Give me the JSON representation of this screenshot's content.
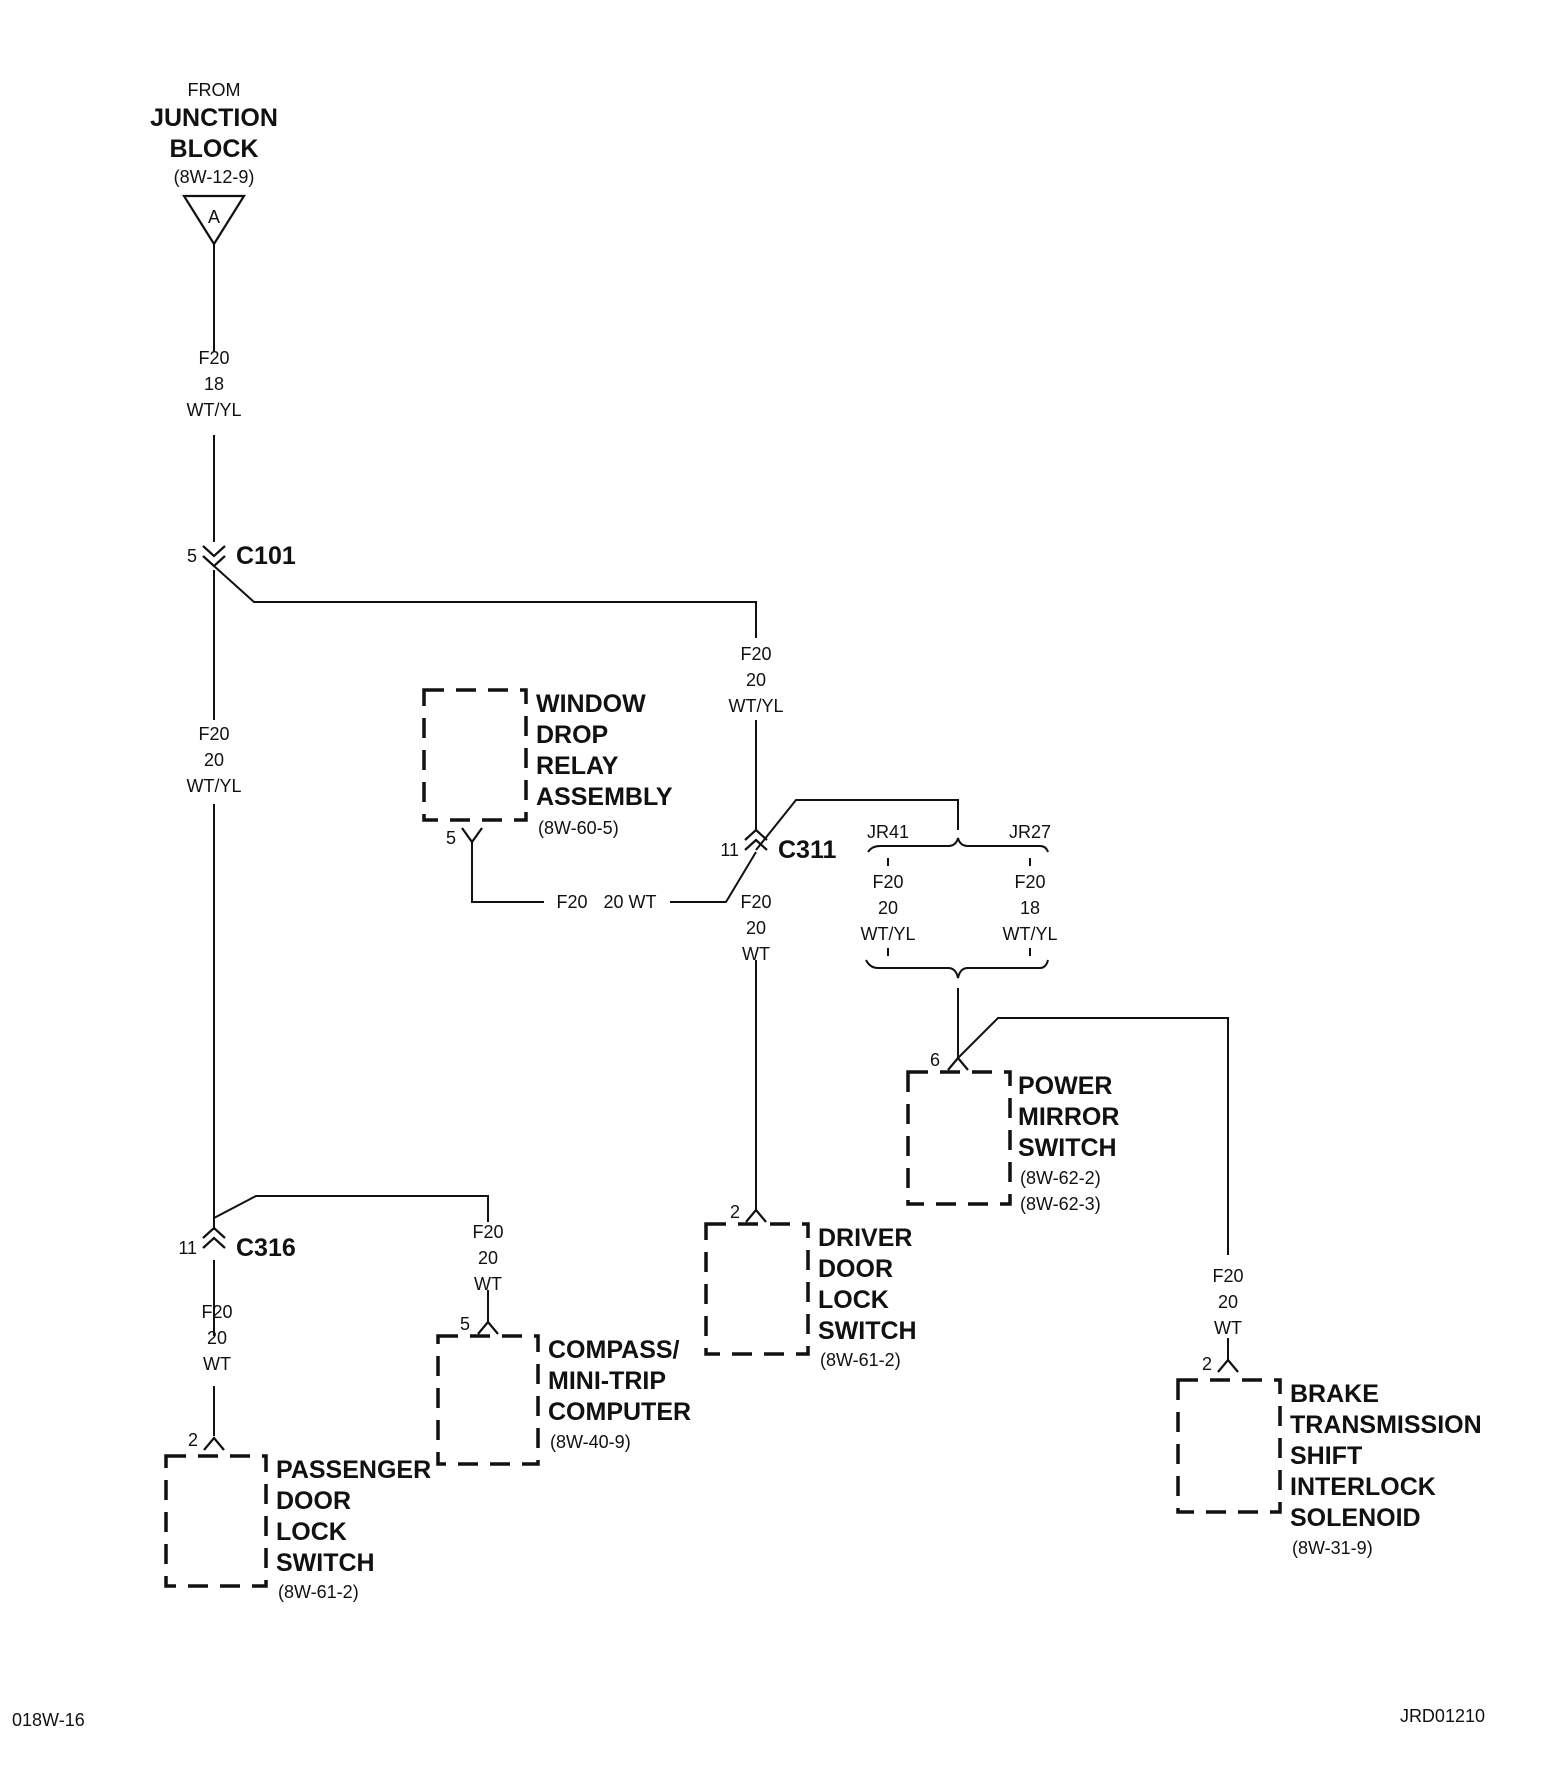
{
  "source": {
    "from": "FROM",
    "name_lines": [
      "JUNCTION",
      "BLOCK"
    ],
    "ref": "(8W-12-9)",
    "connector_letter": "A"
  },
  "wires": {
    "main_top": [
      "F20",
      "18",
      "WT/YL"
    ],
    "main_mid": [
      "F20",
      "20",
      "WT/YL"
    ],
    "branch_c311": [
      "F20",
      "20",
      "WT/YL"
    ],
    "window_relay_feed": {
      "circuit": "F20",
      "gauge_color": "20 WT"
    },
    "driver_door": [
      "F20",
      "20",
      "WT"
    ],
    "jr41": [
      "F20",
      "20",
      "WT/YL"
    ],
    "jr27": [
      "F20",
      "18",
      "WT/YL"
    ],
    "compass": [
      "F20",
      "20",
      "WT"
    ],
    "passenger_door": [
      "F20",
      "20",
      "WT"
    ],
    "brake_interlock": [
      "F20",
      "20",
      "WT"
    ]
  },
  "connectors": {
    "c101": {
      "name": "C101",
      "pin": "5"
    },
    "c311": {
      "name": "C311",
      "pin": "11"
    },
    "c316": {
      "name": "C316",
      "pin": "11"
    }
  },
  "splices": {
    "jr41": "JR41",
    "jr27": "JR27"
  },
  "components": {
    "window_relay": {
      "lines": [
        "WINDOW",
        "DROP",
        "RELAY",
        "ASSEMBLY"
      ],
      "ref": "(8W-60-5)",
      "pin": "5"
    },
    "power_mirror": {
      "lines": [
        "POWER",
        "MIRROR",
        "SWITCH"
      ],
      "refs": [
        "(8W-62-2)",
        "(8W-62-3)"
      ],
      "pin": "6"
    },
    "driver_door_lock": {
      "lines": [
        "DRIVER",
        "DOOR",
        "LOCK",
        "SWITCH"
      ],
      "ref": "(8W-61-2)",
      "pin": "2"
    },
    "compass": {
      "lines": [
        "COMPASS/",
        "MINI-TRIP",
        "COMPUTER"
      ],
      "ref": "(8W-40-9)",
      "pin": "5"
    },
    "passenger_door_lock": {
      "lines": [
        "PASSENGER",
        "DOOR",
        "LOCK",
        "SWITCH"
      ],
      "ref": "(8W-61-2)",
      "pin": "2"
    },
    "brake_interlock": {
      "lines": [
        "BRAKE",
        "TRANSMISSION",
        "SHIFT",
        "INTERLOCK",
        "SOLENOID"
      ],
      "ref": "(8W-31-9)",
      "pin": "2"
    }
  },
  "footer": {
    "left": "018W-16",
    "right": "JRD01210"
  }
}
